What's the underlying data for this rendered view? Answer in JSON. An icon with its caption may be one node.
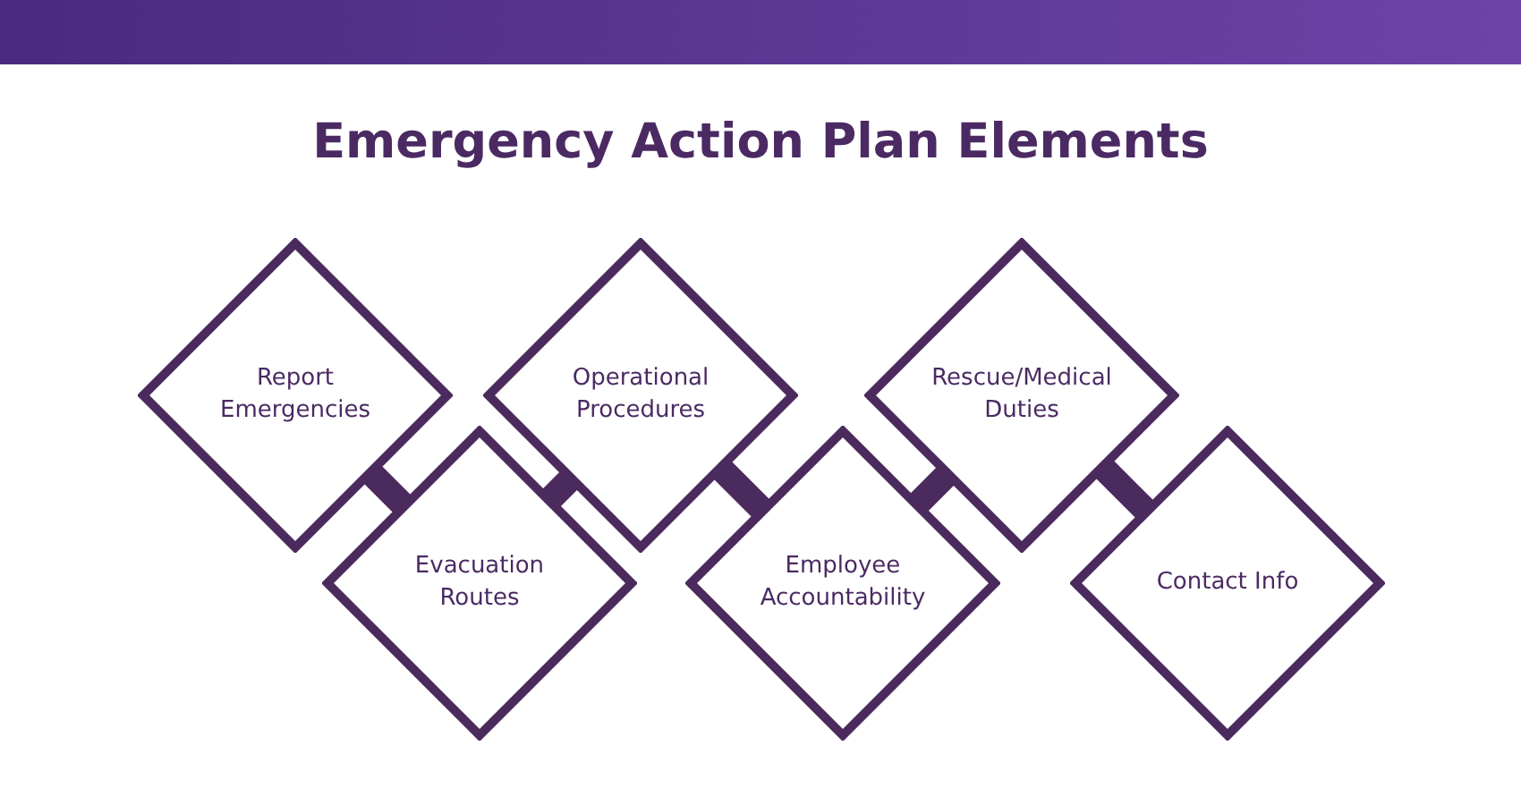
{
  "diagram": {
    "title": "Emergency Action Plan Elements",
    "nodes": [
      {
        "text": [
          "Report Emergencies"
        ]
      },
      {
        "text": [
          "Evacuation Routes"
        ]
      },
      {
        "text": [
          "Operational Procedures"
        ]
      },
      {
        "text": [
          "Employee Accountability"
        ]
      },
      {
        "text": [
          "Rescue/Medical Duties"
        ]
      },
      {
        "text": [
          "Contact Info"
        ]
      }
    ],
    "edges": [
      {
        "from": 0,
        "to": 1,
        "arrow": "none"
      },
      {
        "from": 1,
        "to": 2,
        "arrow": "none"
      },
      {
        "from": 2,
        "to": 3,
        "arrow": "none"
      },
      {
        "from": 3,
        "to": 4,
        "arrow": "none"
      },
      {
        "from": 4,
        "to": 5,
        "arrow": "none"
      }
    ]
  }
}
